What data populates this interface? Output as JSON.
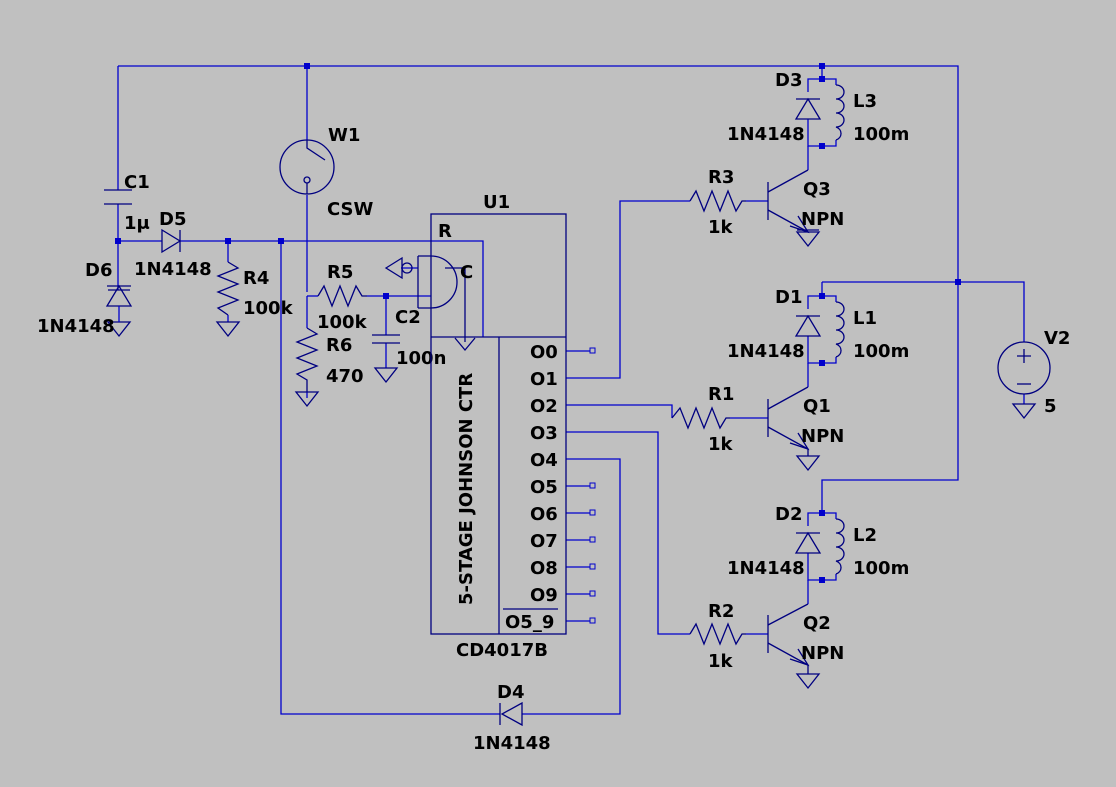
{
  "components": {
    "C1": {
      "ref": "C1",
      "value": "1μ"
    },
    "C2": {
      "ref": "C2",
      "value": "100n"
    },
    "D1": {
      "ref": "D1",
      "value": "1N4148"
    },
    "D2": {
      "ref": "D2",
      "value": "1N4148"
    },
    "D3": {
      "ref": "D3",
      "value": "1N4148"
    },
    "D4": {
      "ref": "D4",
      "value": "1N4148"
    },
    "D5": {
      "ref": "D5",
      "value": "1N4148"
    },
    "D6": {
      "ref": "D6",
      "value": "1N4148"
    },
    "L1": {
      "ref": "L1",
      "value": "100m"
    },
    "L2": {
      "ref": "L2",
      "value": "100m"
    },
    "L3": {
      "ref": "L3",
      "value": "100m"
    },
    "Q1": {
      "ref": "Q1",
      "value": "NPN"
    },
    "Q2": {
      "ref": "Q2",
      "value": "NPN"
    },
    "Q3": {
      "ref": "Q3",
      "value": "NPN"
    },
    "R1": {
      "ref": "R1",
      "value": "1k"
    },
    "R2": {
      "ref": "R2",
      "value": "1k"
    },
    "R3": {
      "ref": "R3",
      "value": "1k"
    },
    "R4": {
      "ref": "R4",
      "value": "100k"
    },
    "R5": {
      "ref": "R5",
      "value": "100k"
    },
    "R6": {
      "ref": "R6",
      "value": "470"
    },
    "W1": {
      "ref": "W1",
      "value": "CSW"
    },
    "V2": {
      "ref": "V2",
      "value": "5"
    },
    "U1": {
      "ref": "U1",
      "value": "CD4017B",
      "title": "5-STAGE JOHNSON CTR",
      "pin_R": "R",
      "pin_C": "C",
      "outputs": [
        "O0",
        "O1",
        "O2",
        "O3",
        "O4",
        "O5",
        "O6",
        "O7",
        "O8",
        "O9",
        "O5_9"
      ]
    }
  },
  "colors": {
    "background": "#c0c0c0",
    "wire": "#0000cc",
    "component": "#000080",
    "text": "#000000"
  }
}
